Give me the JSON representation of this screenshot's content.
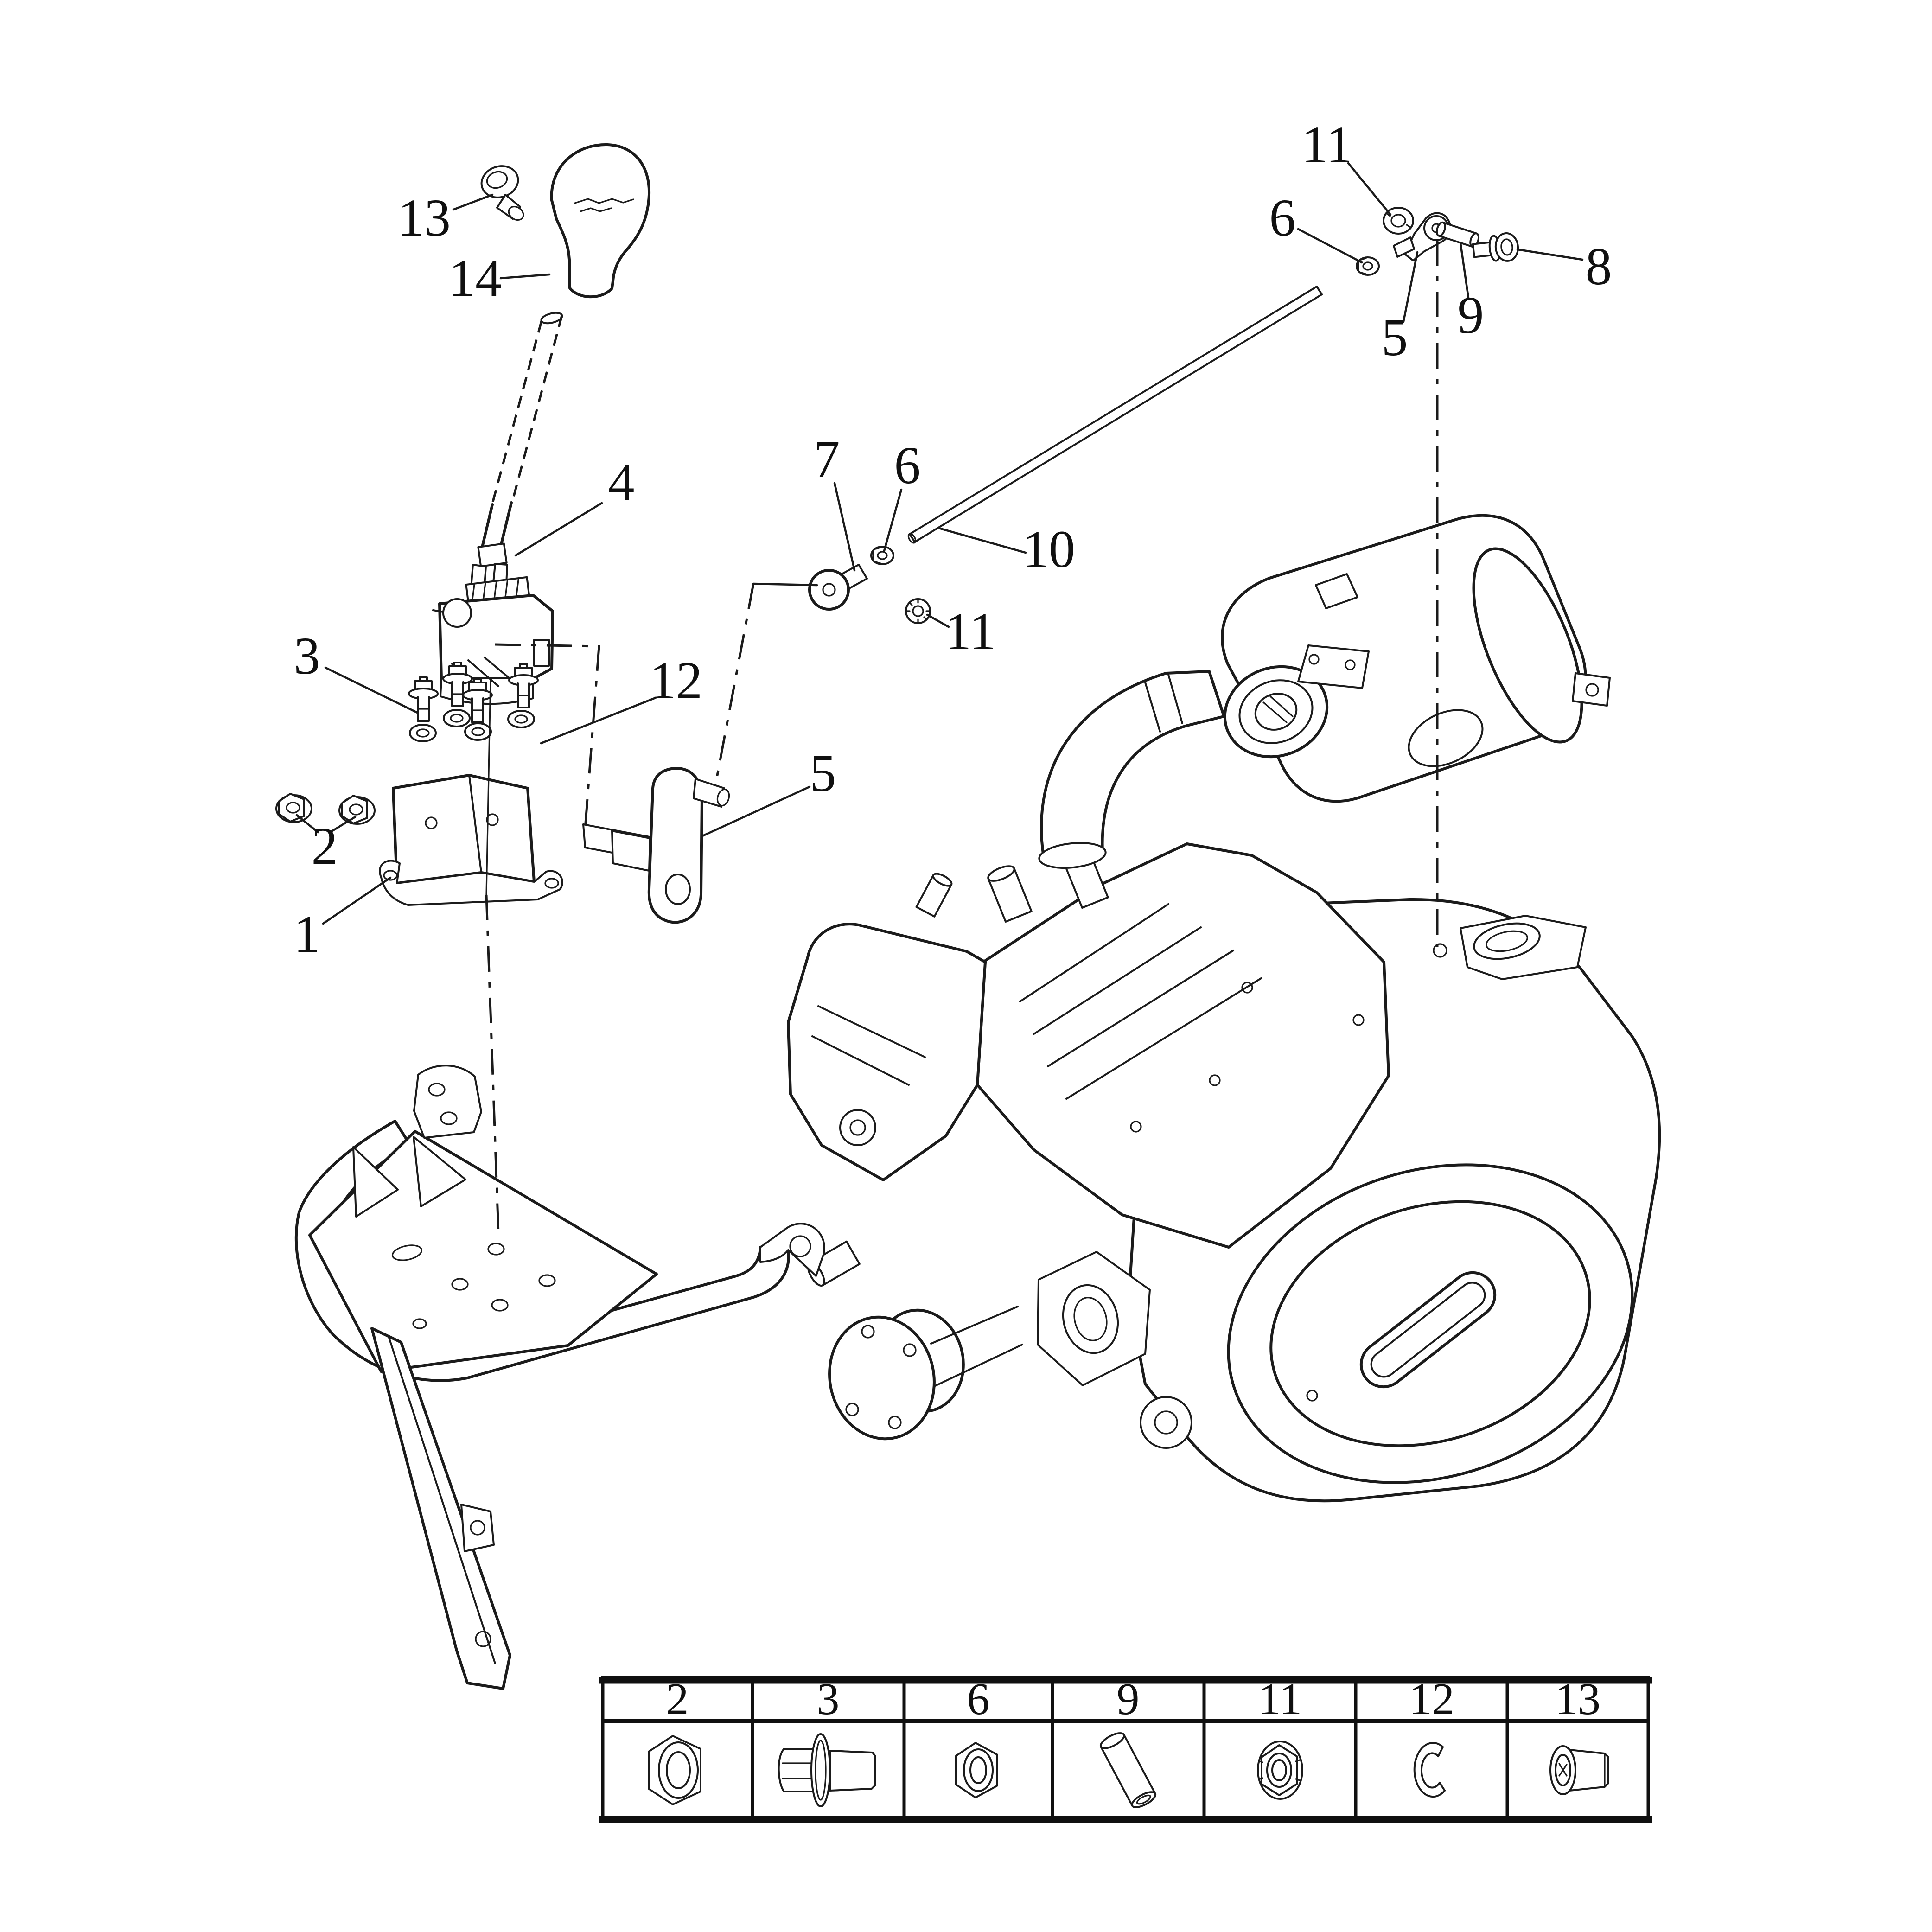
{
  "colors": {
    "background": "#ffffff",
    "line": "#1b1b1b",
    "text": "#101010"
  },
  "callouts": {
    "knob_screw": "13",
    "gear_knob": "14",
    "shift_lever": "4",
    "mount_bolts": "3",
    "mount_nuts": "2",
    "lever_bracket": "1",
    "spring_washers": "12",
    "shift_arm_front": "5",
    "joint_bolt": "7",
    "joint_nut_front": "6",
    "shift_rod": "10",
    "flange_nut_front": "11",
    "flange_nut_rear": "11",
    "joint_nut_rear": "6",
    "shift_arm_rear": "5",
    "spacer_sleeve": "9",
    "arm_bolt": "8"
  },
  "parts_table": {
    "columns": [
      {
        "label": "2",
        "part": "flange-nut"
      },
      {
        "label": "3",
        "part": "flange-bolt"
      },
      {
        "label": "6",
        "part": "hex-nut"
      },
      {
        "label": "9",
        "part": "spacer-sleeve"
      },
      {
        "label": "11",
        "part": "flange-lock-nut"
      },
      {
        "label": "12",
        "part": "spring-washer"
      },
      {
        "label": "13",
        "part": "button-head-screw"
      }
    ]
  }
}
